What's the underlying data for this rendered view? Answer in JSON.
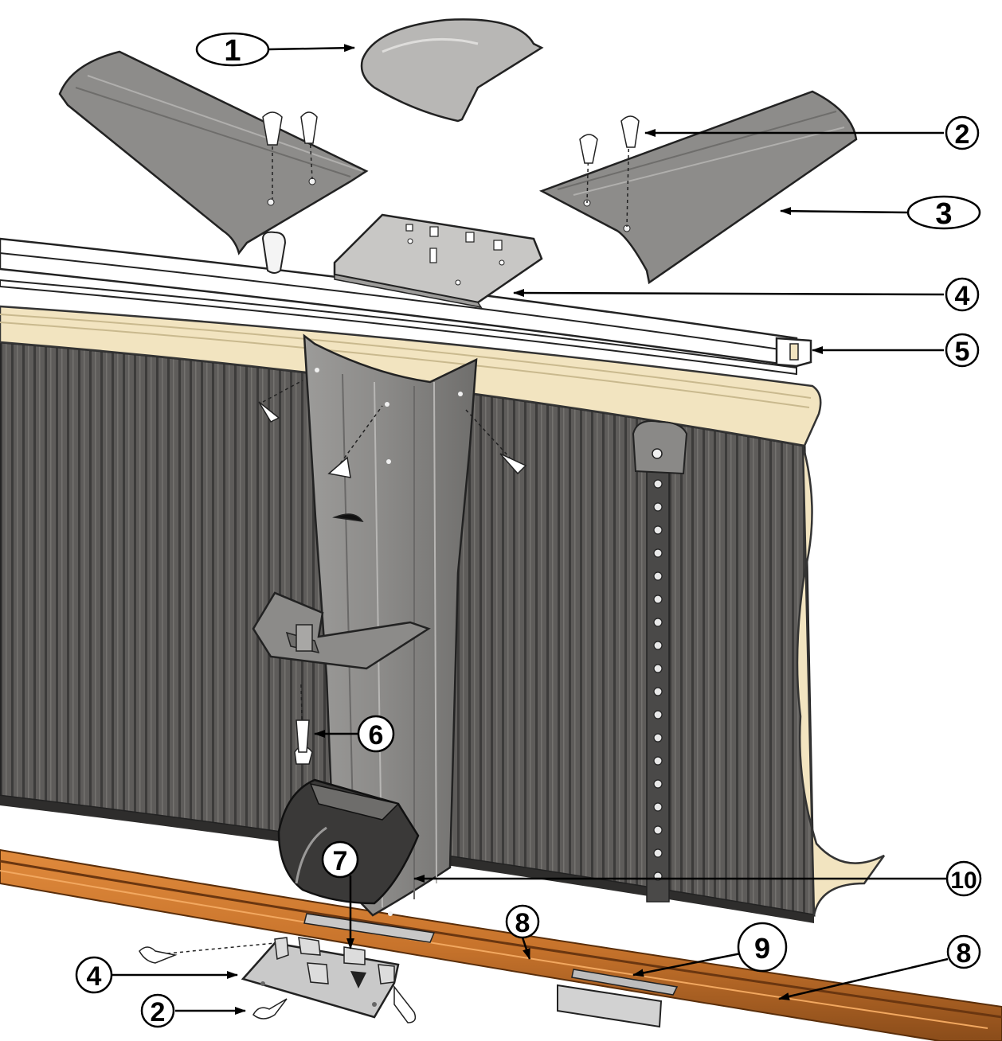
{
  "callouts": [
    {
      "id": "c1",
      "label": "1"
    },
    {
      "id": "c2a",
      "label": "2"
    },
    {
      "id": "c3",
      "label": "3"
    },
    {
      "id": "c4a",
      "label": "4"
    },
    {
      "id": "c5",
      "label": "5"
    },
    {
      "id": "c6",
      "label": "6"
    },
    {
      "id": "c7",
      "label": "7"
    },
    {
      "id": "c8a",
      "label": "8"
    },
    {
      "id": "c9",
      "label": "9"
    },
    {
      "id": "c10",
      "label": "10"
    },
    {
      "id": "c8b",
      "label": "8"
    },
    {
      "id": "c4b",
      "label": "4"
    },
    {
      "id": "c2b",
      "label": "2"
    }
  ],
  "colors": {
    "wall_dark": "#5a5856",
    "wall_stripe": "#3c3b3a",
    "metal_gray": "#8f8e8c",
    "metal_light": "#b9b8b6",
    "liner_cream": "#f2e4c0",
    "rail_wood": "#c8742c",
    "rail_wood_dark": "#8a4c1a",
    "ink": "#000000"
  }
}
